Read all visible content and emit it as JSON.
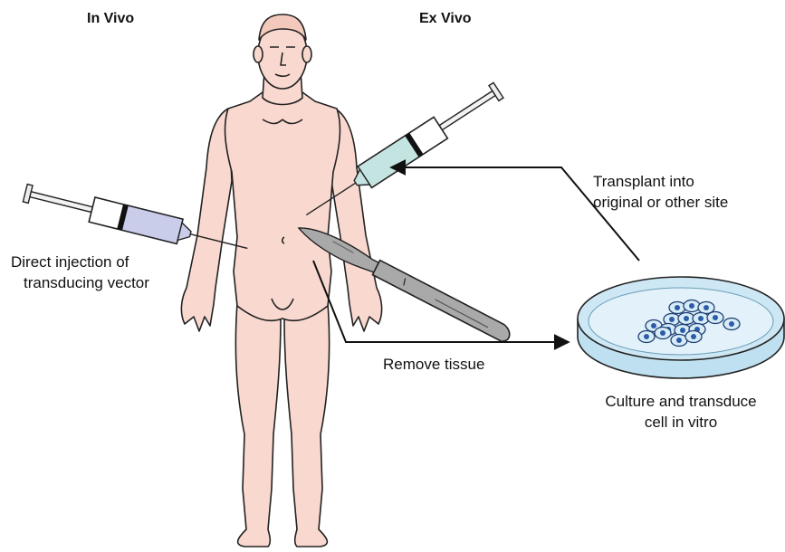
{
  "headings": {
    "in_vivo": "In Vivo",
    "ex_vivo": "Ex Vivo"
  },
  "labels": {
    "direct_injection_1": "Direct injection of",
    "direct_injection_2": "transducing vector",
    "transplant_1": "Transplant into",
    "transplant_2": "original or other site",
    "remove_tissue": "Remove tissue",
    "culture_1": "Culture and transduce",
    "culture_2": "cell in vitro"
  },
  "colors": {
    "skin": "#f9d9cf",
    "outline": "#222222",
    "syringe_left_fluid": "#c9cdea",
    "syringe_right_fluid": "#c4e4e2",
    "scalpel": "#a9a9a9",
    "dish_fill": "#cde7f4",
    "dish_rim": "#bfe0f0",
    "cell": "#d8ecf7",
    "nucleus": "#2b5ca8",
    "arrow": "#111111"
  },
  "icons": [
    "human-figure",
    "syringe-icon",
    "scalpel-icon",
    "petri-dish-icon",
    "cell-icon"
  ]
}
